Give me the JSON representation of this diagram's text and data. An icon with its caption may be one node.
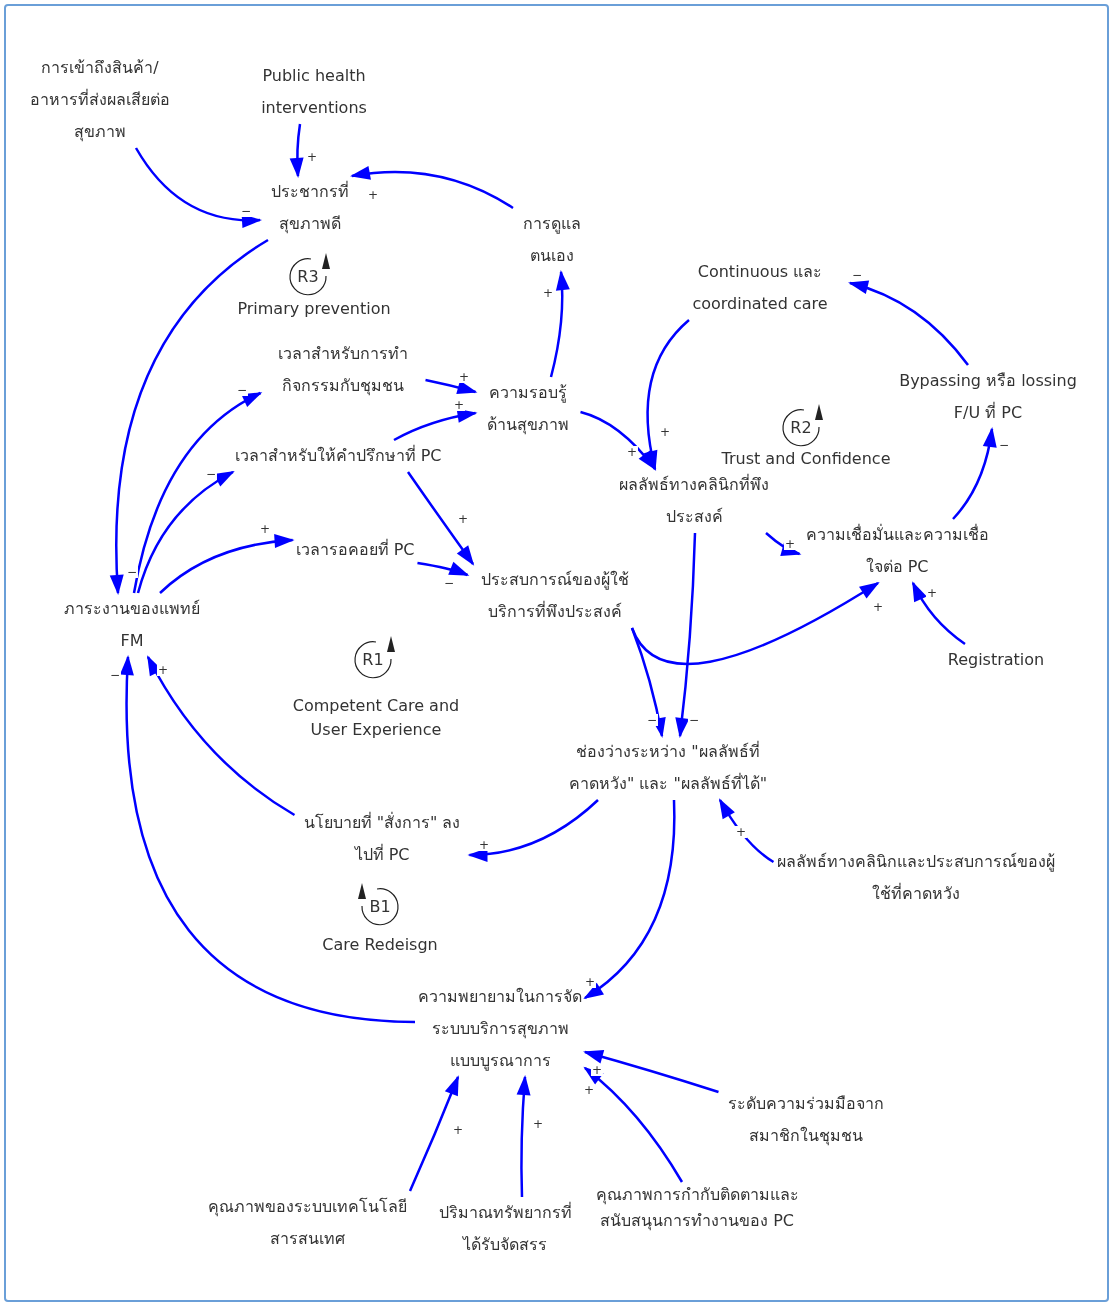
{
  "diagram": {
    "nodes": [
      {
        "text": [
          "การเข้าถึงสินค้า/อาหารที่ส่งผลเสียต่อสุขภาพ"
        ]
      },
      {
        "text": [
          "Public health interventions"
        ]
      },
      {
        "text": [
          "ประชากรที่สุขภาพดี"
        ]
      },
      {
        "text": [
          "การดูแลตนเอง"
        ]
      },
      {
        "text": [
          "Continuous และ coordinated care"
        ]
      },
      {
        "text": [
          "เวลาสำหรับการทำกิจกรรมกับชุมชน"
        ]
      },
      {
        "text": [
          "ความรอบรู้ด้านสุขภาพ"
        ]
      },
      {
        "text": [
          "Bypassing หรือ lossing F/U ที่ PC"
        ]
      },
      {
        "text": [
          "เวลาสำหรับให้คำปรึกษาที่ PC"
        ]
      },
      {
        "text": [
          "ผลลัพธ์ทางคลินิกที่พึงประสงค์"
        ]
      },
      {
        "text": [
          "ความเชื่อมั่นและความเชื่อใจต่อ PC"
        ]
      },
      {
        "text": [
          "เวลารอคอยที่ PC"
        ]
      },
      {
        "text": [
          "ประสบการณ์ของผู้ใช้บริการที่พึงประสงค์"
        ]
      },
      {
        "text": [
          "ภาระงานของแพทย์ FM"
        ]
      },
      {
        "text": [
          "Registration"
        ]
      },
      {
        "text": [
          "ช่องว่างระหว่าง \"ผลลัพธ์ที่คาดหวัง\" และ \"ผลลัพธ์ที่ได้\""
        ]
      },
      {
        "text": [
          "นโยบายที่ \"สั่งการ\" ลงไปที่ PC"
        ]
      },
      {
        "text": [
          "ผลลัพธ์ทางคลินิกและประสบการณ์ของผู้ใช้ที่คาดหวัง"
        ]
      },
      {
        "text": [
          "ความพยายามในการจัดระบบบริการสุขภาพแบบบูรณาการ"
        ]
      },
      {
        "text": [
          "ระดับความร่วมมือจากสมาชิกในชุมชน"
        ]
      },
      {
        "text": [
          "คุณภาพของระบบเทคโนโลยีสารสนเทศ"
        ]
      },
      {
        "text": [
          "ปริมาณทรัพยากรที่ได้รับจัดสรร"
        ]
      },
      {
        "text": [
          "คุณภาพการกำกับติดตามและสนับสนุนการทำงานของ PC"
        ]
      }
    ],
    "edges": [
      {
        "from": 1,
        "to": 2,
        "arrow": "to",
        "label": "+"
      },
      {
        "from": 0,
        "to": 2,
        "arrow": "to",
        "label": "−"
      },
      {
        "from": 3,
        "to": 2,
        "arrow": "to",
        "label": "+"
      },
      {
        "from": 2,
        "to": 13,
        "arrow": "to",
        "label": "−"
      },
      {
        "from": 13,
        "to": 5,
        "arrow": "to",
        "label": "−"
      },
      {
        "from": 13,
        "to": 8,
        "arrow": "to",
        "label": "−"
      },
      {
        "from": 13,
        "to": 11,
        "arrow": "to",
        "label": "+"
      },
      {
        "from": 5,
        "to": 6,
        "arrow": "to",
        "label": "+"
      },
      {
        "from": 8,
        "to": 6,
        "arrow": "to",
        "label": "+"
      },
      {
        "from": 6,
        "to": 3,
        "arrow": "to",
        "label": "+"
      },
      {
        "from": 6,
        "to": 9,
        "arrow": "to",
        "label": "+"
      },
      {
        "from": 4,
        "to": 9,
        "arrow": "to",
        "label": "+"
      },
      {
        "from": 8,
        "to": 12,
        "arrow": "to",
        "label": "+"
      },
      {
        "from": 11,
        "to": 12,
        "arrow": "to",
        "label": "−"
      },
      {
        "from": 9,
        "to": 10,
        "arrow": "to",
        "label": "+"
      },
      {
        "from": 10,
        "to": 7,
        "arrow": "to",
        "label": "−"
      },
      {
        "from": 7,
        "to": 4,
        "arrow": "to",
        "label": "−"
      },
      {
        "from": 14,
        "to": 10,
        "arrow": "to",
        "label": "+"
      },
      {
        "from": 12,
        "to": 10,
        "arrow": "to",
        "label": "+"
      },
      {
        "from": 12,
        "to": 15,
        "arrow": "to",
        "label": "−"
      },
      {
        "from": 9,
        "to": 15,
        "arrow": "to",
        "label": "−"
      },
      {
        "from": 17,
        "to": 15,
        "arrow": "to",
        "label": "+"
      },
      {
        "from": 15,
        "to": 16,
        "arrow": "to",
        "label": "+"
      },
      {
        "from": 16,
        "to": 13,
        "arrow": "to",
        "label": "+"
      },
      {
        "from": 18,
        "to": 13,
        "arrow": "to",
        "label": "−"
      },
      {
        "from": 15,
        "to": 18,
        "arrow": "to",
        "label": "+"
      },
      {
        "from": 19,
        "to": 18,
        "arrow": "to",
        "label": "+"
      },
      {
        "from": 22,
        "to": 18,
        "arrow": "to",
        "label": "+"
      },
      {
        "from": 20,
        "to": 18,
        "arrow": "to",
        "label": "+"
      },
      {
        "from": 21,
        "to": 18,
        "arrow": "to",
        "label": "+"
      }
    ],
    "labels": [
      "R3",
      "Primary prevention",
      "R2",
      "Trust and Confidence",
      "R1",
      "Competent Care and User Experience",
      "B1",
      "Care Redeisgn"
    ]
  }
}
